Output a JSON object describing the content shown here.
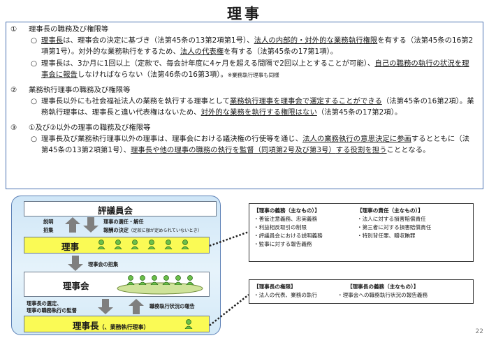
{
  "title": "理事",
  "sections": [
    {
      "num": "①",
      "heading": "理事長の職務及び権限等",
      "paras": [
        [
          "○",
          "",
          "理事長",
          "は、理事会の決定に基づき（法第45条の13第2項第1号）、",
          "法人の内部的・対外的な業務執行権限",
          "を有する（法第45条の16第2項第1号）。対外的な業務執行をするため、",
          "法人の代表権",
          "を有する（法第45条の17第1項）。"
        ],
        [
          "○",
          "理事長は、3か月に1回以上（定款で、毎会計年度に4ヶ月を超える間隔で2回以上とすることが可能）、",
          "自己の職務の執行の状況を理事会に報告",
          "しなければならない（法第46条の16第3項）。",
          "※業務執行理事も同様"
        ]
      ]
    },
    {
      "num": "②",
      "heading": "業務執行理事の職務及び権限等",
      "paras": [
        [
          "○",
          "理事長以外にも社会福祉法人の業務を執行する理事として",
          "業務執行理事を理事会で選定することができる",
          "（法第45条の16第2項）。業務執行理事は、理事長と違い代表権はないため、",
          "対外的な業務を執行する権限はない",
          "（法第45条の17第2項）。"
        ]
      ]
    },
    {
      "num": "③",
      "heading": "①及び②以外の理事の職務及び権限等",
      "paras": [
        [
          "○",
          "理事長及び業務執行理事以外の理事は、理事会における議決権の行使等を通じ、",
          "法人の業務執行の意思決定に参画",
          "するとともに（法第45条の13第2項第1号）、",
          "理事長や他の理事の職務の執行を監督",
          "（同項第2号及び第3号）",
          "する役割を担う",
          "こととなる。"
        ]
      ]
    }
  ],
  "diagram": {
    "council": "評議員会",
    "explain": "説明",
    "convene": "招集",
    "elect": "理事の選任・解任",
    "remun": "報酬の決定",
    "remun_note": "（定款に額が定められていないとき）",
    "director": "理事",
    "board_convene": "理事会の招集",
    "board": "理事会",
    "chair_elect_1": "理事長の選定、",
    "chair_elect_2": "理事の職務執行の監督",
    "report": "職務執行状況の報告",
    "chairman": "理事長",
    "chairman_sub": "（、業務執行理事）"
  },
  "info1": {
    "duty_head": "【理事の義務（主なもの）】",
    "duties": [
      "・善管注意義務、忠実義務",
      "・利益相反取引の制限",
      "・評議員会における説明義務",
      "・監事に対する報告義務"
    ],
    "resp_head": "【理事の責任（主なもの）】",
    "resps": [
      "・法人に対する損害賠償責任",
      "・第三者に対する損害賠償責任",
      "・特別背任罪、贈収賄罪"
    ]
  },
  "info2": {
    "auth_head": "【理事長の権限】",
    "auth": "・法人の代表、業務の執行",
    "duty_head": "【理事長の義務（主なもの）】",
    "duty": "・理事会への職務執行状況の報告義務"
  },
  "page_number": "22"
}
